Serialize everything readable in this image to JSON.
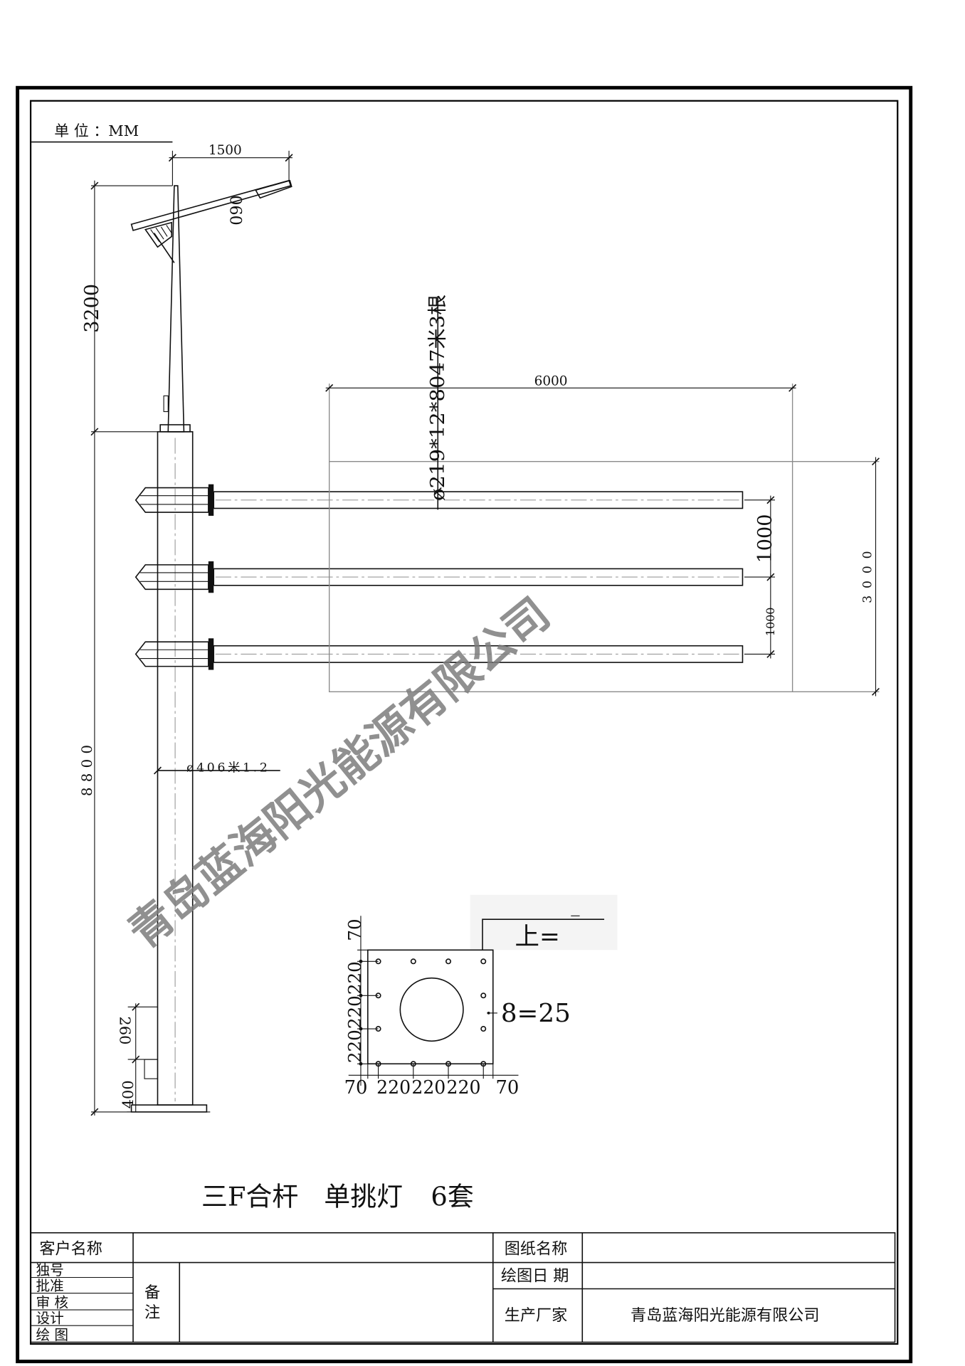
{
  "drawing": {
    "unit_label": "单 位 ：MM",
    "dims": {
      "lamp_arm_length": "1500",
      "lamp_angle_dim": "060",
      "upper_height": "3200",
      "pole_height": "8800",
      "crossarm_spec": "ø219*12*8047米3根",
      "board_width": "6000",
      "arm_spacing_1": "1000",
      "arm_spacing_2": "1000",
      "board_height": "3000",
      "pole_spec": "ø406米1.2",
      "door_height": "260",
      "base_height": "400"
    },
    "watermark": "青岛蓝海阳光能源有限公司",
    "title_parts": [
      "三F合杆",
      "单挑灯",
      "6套"
    ]
  },
  "base_plate": {
    "left_dims": [
      "70",
      "220",
      "220",
      "220"
    ],
    "bottom_dims": [
      "70",
      "220",
      "220",
      "220",
      "70"
    ],
    "thickness_label": "上=",
    "bolt_label": "8=25"
  },
  "title_block": {
    "customer_label": "客户名称",
    "drawing_name_label": "图纸名称",
    "rows": [
      "独号",
      "批准",
      "审 核",
      "设计",
      "绘 图"
    ],
    "remarks_label": [
      "备",
      "注"
    ],
    "date_label": "绘图日 期",
    "manufacturer_label": "生产厂家",
    "manufacturer": "青岛蓝海阳光能源有限公司"
  }
}
